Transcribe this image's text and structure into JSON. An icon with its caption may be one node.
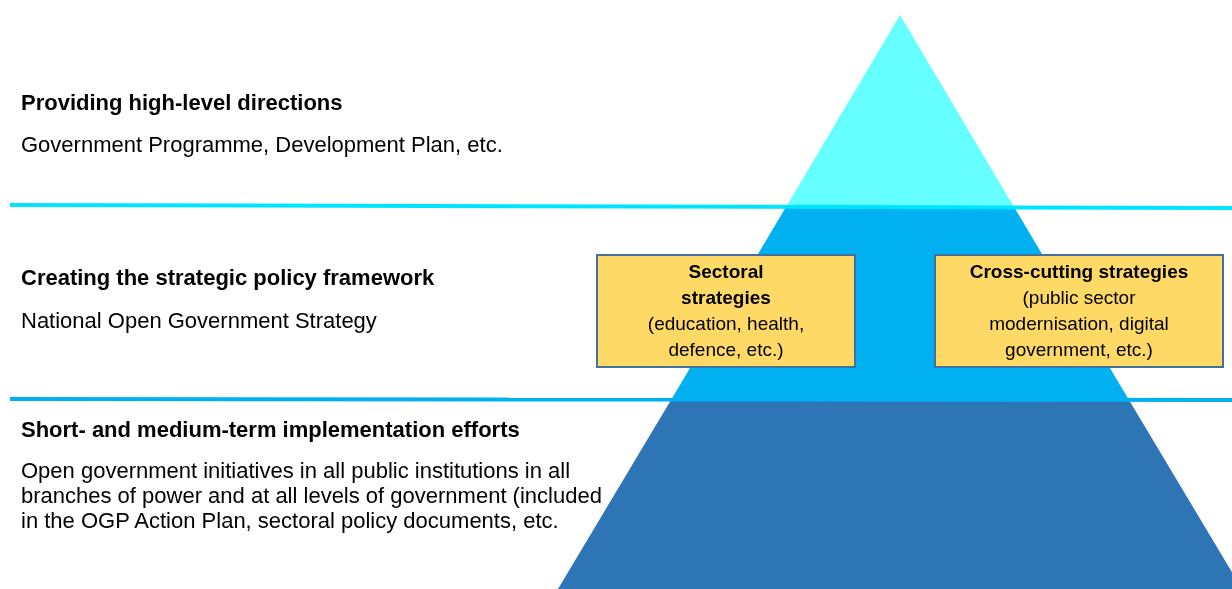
{
  "diagram": {
    "nodes": [
      {
        "text": [
          "Sectoral strategies",
          "(education, health, defence, etc.)"
        ]
      },
      {
        "text": [
          "Cross-cutting strategies",
          "(public sector modernisation, digital government, etc.)"
        ]
      }
    ],
    "labels": [
      "Providing high-level directions",
      "Government Programme, Development Plan, etc.",
      "Creating the strategic policy framework",
      "National Open Government Strategy",
      "Short- and medium-term implementation efforts",
      "Open government initiatives in all public institutions in all branches of power and at all levels of government (included in the OGP Action Plan, sectoral policy documents, etc."
    ]
  }
}
